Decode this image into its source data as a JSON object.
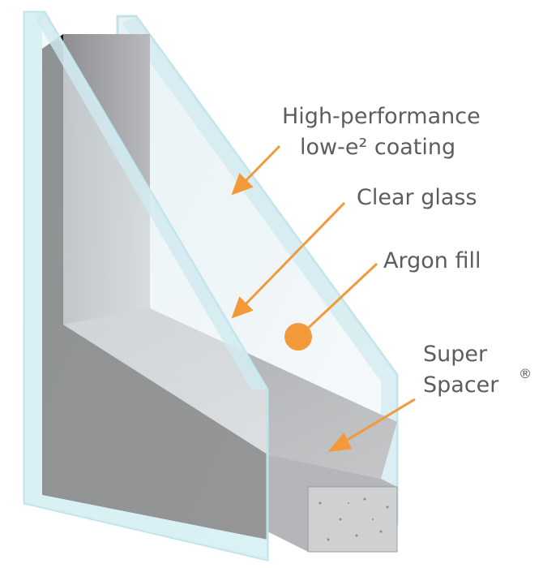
{
  "labels": {
    "coating_line1": "High-performance",
    "coating_line2": "low-e² coating",
    "clear_glass": "Clear glass",
    "argon_fill": "Argon fill",
    "spacer_line1": "Super",
    "spacer_line2": "Spacer",
    "spacer_mark": "®"
  },
  "colors": {
    "accent": "#f29a3a",
    "glass_edge": "#bfe3ea",
    "text": "#5b5d60"
  }
}
